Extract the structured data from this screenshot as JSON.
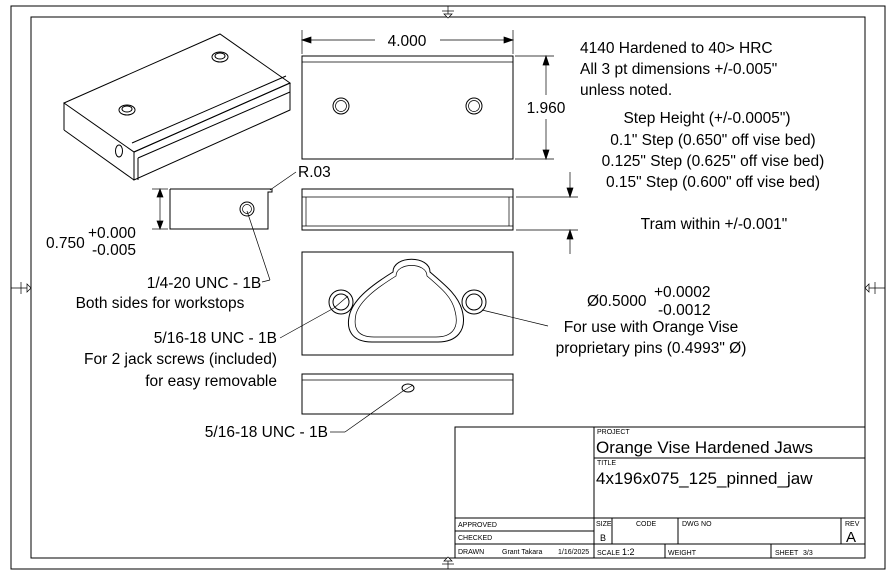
{
  "notes": {
    "material": [
      "4140 Hardened to 40> HRC",
      "All 3 pt dimensions +/-0.005\"",
      "unless noted."
    ],
    "steps": [
      "Step Height (+/-0.0005\")",
      "0.1\" Step (0.650\" off vise bed)",
      "0.125\" Step (0.625\" off vise bed)",
      "0.15\" Step (0.600\" off vise bed)"
    ],
    "tram": "Tram within +/-0.001\""
  },
  "dimensions": {
    "width": "4.000",
    "height": "1.960",
    "radius": "R.03",
    "thickness_base": "0.750",
    "thickness_tol_plus": "+0.000",
    "thickness_tol_minus": "-0.005",
    "pin_dia": "Ø0.5000",
    "pin_tol_plus": "+0.0002",
    "pin_tol_minus": "-0.0012"
  },
  "callouts": {
    "workstop": [
      "1/4-20 UNC - 1B",
      "Both sides for workstops"
    ],
    "jackscrew": [
      "5/16-18 UNC - 1B",
      "For 2 jack screws (included)",
      "for easy removable"
    ],
    "pins": [
      "For use with Orange Vise",
      "proprietary pins (0.4993\" Ø)"
    ],
    "bottom": "5/16-18 UNC - 1B"
  },
  "title_block": {
    "project_label": "PROJECT",
    "project": "Orange Vise Hardened Jaws",
    "title_label": "TITLE",
    "title": "4x196x075_125_pinned_jaw",
    "approved_label": "APPROVED",
    "checked_label": "CHECKED",
    "drawn_label": "DRAWN",
    "drawn_by": "Grant Takara",
    "drawn_date": "1/16/2025",
    "size_label": "SIZE",
    "size": "B",
    "code_label": "CODE",
    "dwg_label": "DWG NO",
    "rev_label": "REV",
    "rev": "A",
    "scale_label": "SCALE",
    "scale": "1:2",
    "weight_label": "WEIGHT",
    "sheet_label": "SHEET",
    "sheet": "3/3"
  }
}
